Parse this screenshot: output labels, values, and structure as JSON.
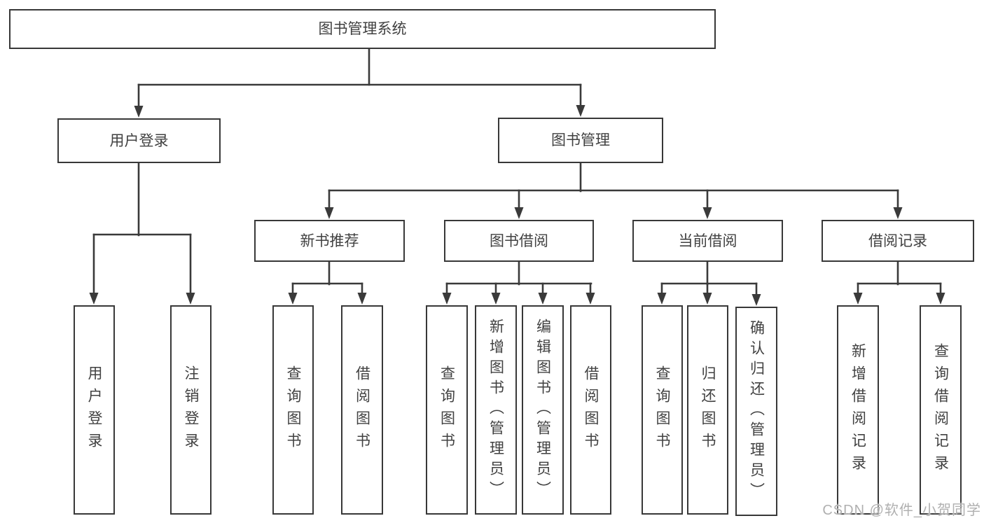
{
  "diagram": {
    "type": "tree-diagram",
    "root": {
      "label": "图书管理系统"
    },
    "branches": [
      {
        "label": "用户登录",
        "children": [
          {
            "label": "用户登录"
          },
          {
            "label": "注销登录"
          }
        ]
      },
      {
        "label": "图书管理",
        "children": [
          {
            "label": "新书推荐",
            "children": [
              {
                "label": "查询图书"
              },
              {
                "label": "借阅图书"
              }
            ]
          },
          {
            "label": "图书借阅",
            "children": [
              {
                "label": "查询图书"
              },
              {
                "label": "新增图书（管理员）"
              },
              {
                "label": "编辑图书（管理员）"
              },
              {
                "label": "借阅图书"
              }
            ]
          },
          {
            "label": "当前借阅",
            "children": [
              {
                "label": "查询图书"
              },
              {
                "label": "归还图书"
              },
              {
                "label": "确认归还（管理员）"
              }
            ]
          },
          {
            "label": "借阅记录",
            "children": [
              {
                "label": "新增借阅记录"
              },
              {
                "label": "查询借阅记录"
              }
            ]
          }
        ]
      }
    ]
  },
  "watermark": {
    "text": "CSDN @软件_小贺同学"
  },
  "colors": {
    "line": "#3a3a3a",
    "box_border": "#383838",
    "text": "#414141",
    "watermark": "#b0b0b0",
    "background": "#ffffff"
  }
}
